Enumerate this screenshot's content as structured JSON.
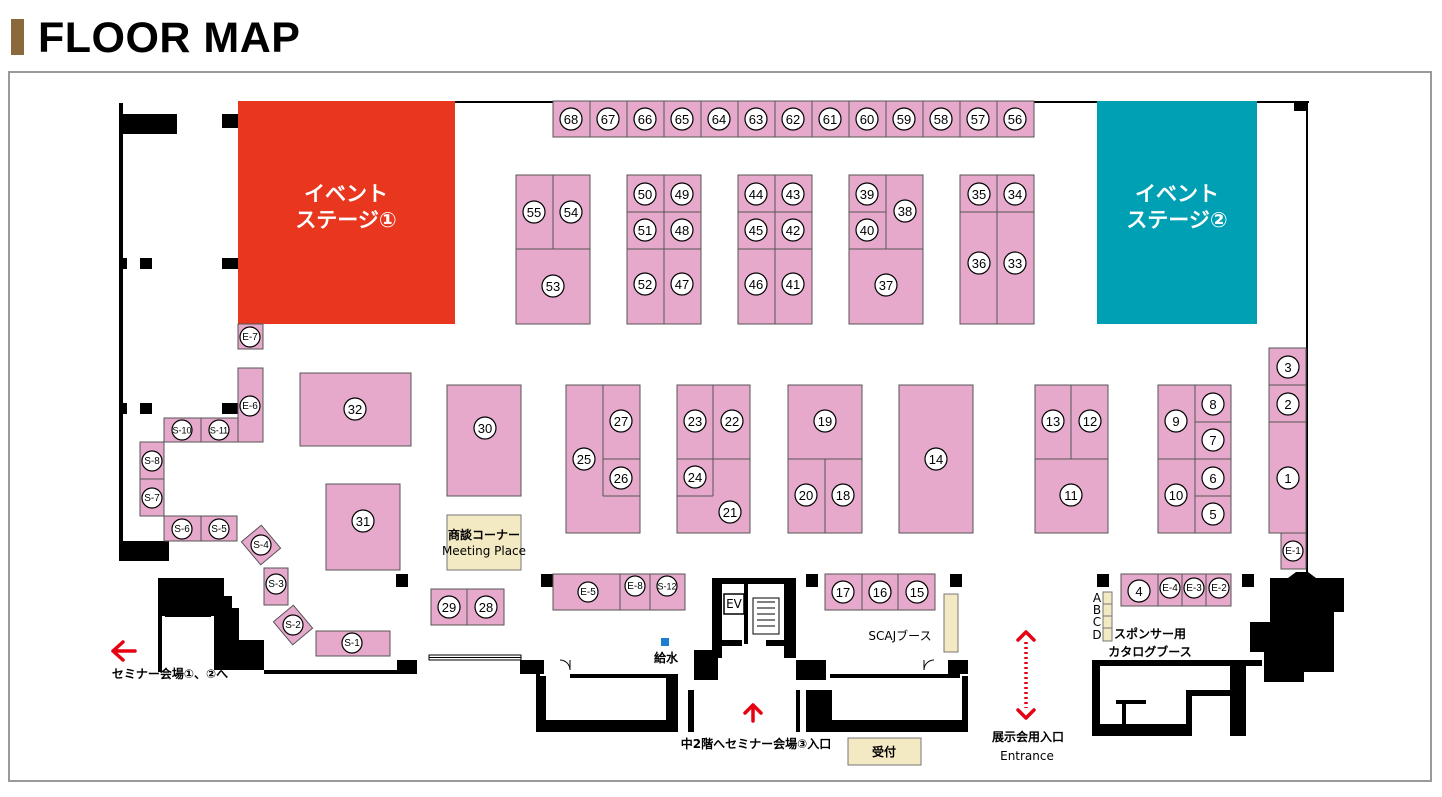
{
  "header": {
    "title": "FLOOR MAP"
  },
  "stages": [
    {
      "line1": "イベント",
      "line2": "ステージ①"
    },
    {
      "line1": "イベント",
      "line2": "ステージ②"
    }
  ],
  "booths": {
    "b1": "1",
    "b2": "2",
    "b3": "3",
    "b4": "4",
    "b5": "5",
    "b6": "6",
    "b7": "7",
    "b8": "8",
    "b9": "9",
    "b10": "10",
    "b11": "11",
    "b12": "12",
    "b13": "13",
    "b14": "14",
    "b15": "15",
    "b16": "16",
    "b17": "17",
    "b18": "18",
    "b19": "19",
    "b20": "20",
    "b21": "21",
    "b22": "22",
    "b23": "23",
    "b24": "24",
    "b25": "25",
    "b26": "26",
    "b27": "27",
    "b28": "28",
    "b29": "29",
    "b30": "30",
    "b31": "31",
    "b32": "32",
    "b33": "33",
    "b34": "34",
    "b35": "35",
    "b36": "36",
    "b37": "37",
    "b38": "38",
    "b39": "39",
    "b40": "40",
    "b41": "41",
    "b42": "42",
    "b43": "43",
    "b44": "44",
    "b45": "45",
    "b46": "46",
    "b47": "47",
    "b48": "48",
    "b49": "49",
    "b50": "50",
    "b51": "51",
    "b52": "52",
    "b53": "53",
    "b54": "54",
    "b55": "55",
    "b56": "56",
    "b57": "57",
    "b58": "58",
    "b59": "59",
    "b60": "60",
    "b61": "61",
    "b62": "62",
    "b63": "63",
    "b64": "64",
    "b65": "65",
    "b66": "66",
    "b67": "67",
    "b68": "68",
    "e1": "E-1",
    "e2": "E-2",
    "e3": "E-3",
    "e4": "E-4",
    "e5": "E-5",
    "e6": "E-6",
    "e7": "E-7",
    "e8": "E-8",
    "s1": "S-1",
    "s2": "S-2",
    "s3": "S-3",
    "s4": "S-4",
    "s5": "S-5",
    "s6": "S-6",
    "s7": "S-7",
    "s8": "S-8",
    "s10": "S-10",
    "s11": "S-11",
    "s12": "S-12"
  },
  "labels": {
    "meeting_jp": "商談コーナー",
    "meeting_en": "Meeting Place",
    "ev": "EV",
    "water": "給水",
    "scaj": "SCAJブース",
    "catalog_a": "A",
    "catalog_b": "B",
    "catalog_c": "C",
    "catalog_d": "D",
    "sponsor_line1": "スポンサー用",
    "sponsor_line2": "カタログブース",
    "seminar12": "セミナー会場①、②へ",
    "seminar3": "中2階へセミナー会場③入口",
    "reception": "受付",
    "entrance_jp": "展示会用入口",
    "entrance_en": "Entrance"
  },
  "colors": {
    "booth": "#e7a9cb",
    "stage1": "#e8361f",
    "stage2": "#00a0b4",
    "meeting": "#f3e9c3",
    "arrow": "#e60012",
    "wall": "#000000",
    "header_bar": "#8a6a3a"
  }
}
